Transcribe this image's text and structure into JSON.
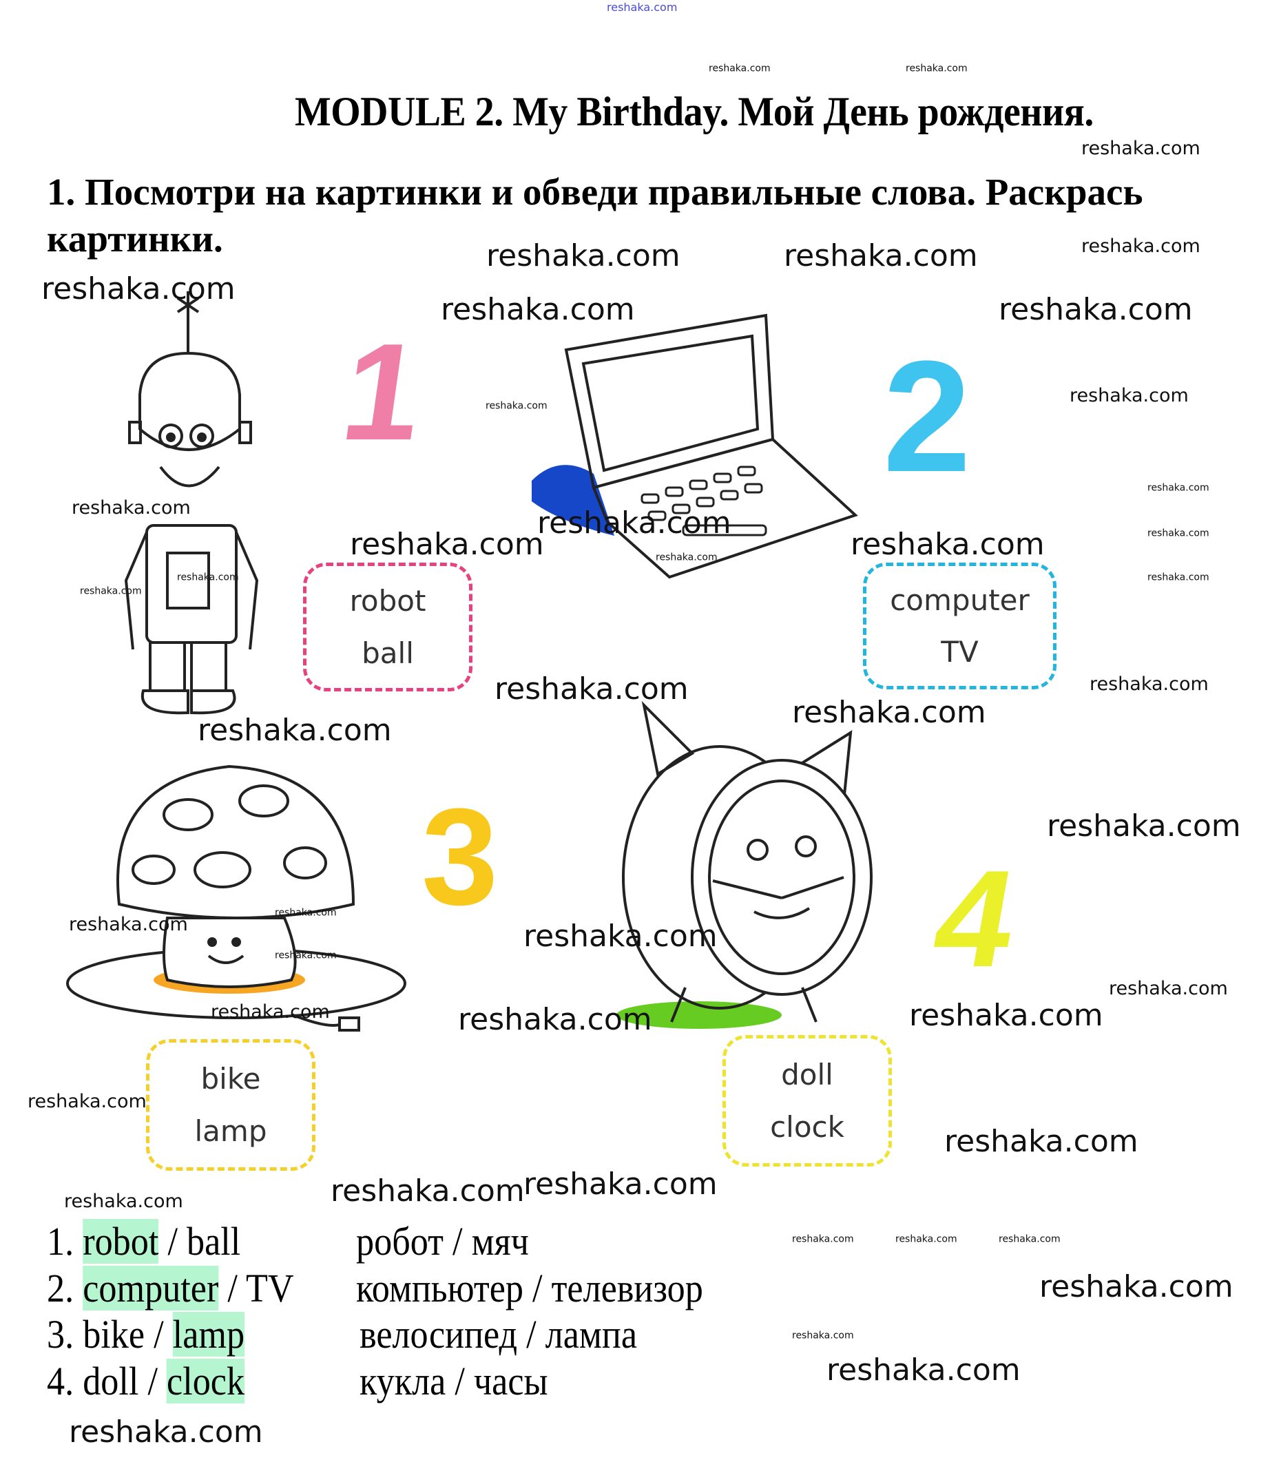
{
  "watermark": "reshaka.com",
  "title": "MODULE 2. My Birthday. Мой День рождения.",
  "task": "1. Посмотри на картинки и обведи правильные слова. Раскрась картинки.",
  "pictures": [
    {
      "number": "1",
      "icon": "robot",
      "words": [
        "robot",
        "ball"
      ],
      "color": "#e8417f"
    },
    {
      "number": "2",
      "icon": "laptop-computer",
      "words": [
        "computer",
        "TV"
      ],
      "color": "#22b5dd"
    },
    {
      "number": "3",
      "icon": "mushroom-lamp",
      "words": [
        "bike",
        "lamp"
      ],
      "color": "#f5cf2a"
    },
    {
      "number": "4",
      "icon": "cat-clock",
      "words": [
        "doll",
        "clock"
      ],
      "color": "#e6e830"
    }
  ],
  "answers": [
    {
      "n": "1.",
      "a": "robot",
      "sep": "/",
      "b": "ball",
      "correct": "a",
      "ru": "робот / мяч"
    },
    {
      "n": "2.",
      "a": "computer",
      "sep": "/",
      "b": "TV",
      "correct": "a",
      "ru": "компьютер / телевизор"
    },
    {
      "n": "3.",
      "a": "bike",
      "sep": "/",
      "b": "lamp",
      "correct": "b",
      "ru": "велосипед / лампа"
    },
    {
      "n": "4.",
      "a": "doll",
      "sep": "/",
      "b": "clock",
      "correct": "b",
      "ru": "кукла / часы"
    }
  ],
  "highlight_color": "#b5f5cf"
}
